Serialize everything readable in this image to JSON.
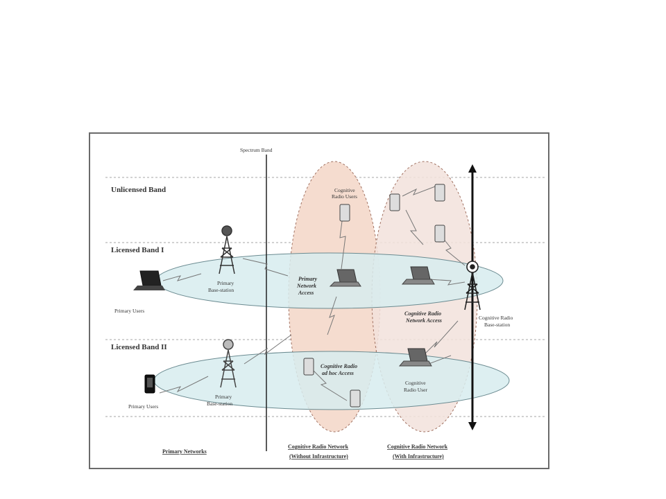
{
  "bands": {
    "unlicensed": "Unlicensed Band",
    "licensed_1": "Licensed Band I",
    "licensed_2": "Licensed Band II"
  },
  "spectrum_band": "Spectrum Band",
  "labels": {
    "cr_users_top": [
      "Cognitive",
      "Radio Users"
    ],
    "primary_bs_1": [
      "Primary",
      "Base-station"
    ],
    "primary_users_1": "Primary Users",
    "primary_network_access": [
      "Primary",
      "Network",
      "Access"
    ],
    "cr_network_access": [
      "Cognitive Radio",
      "Network Access"
    ],
    "cr_bs": [
      "Cognitive Radio",
      "Base-station"
    ],
    "cr_adhoc_access": [
      "Cognitive Radio",
      "ad hoc Access"
    ],
    "cr_user_lower": [
      "Cognitive",
      "Radio User"
    ],
    "primary_users_2": "Primary Users",
    "primary_bs_2": [
      "Primary",
      "Base-station"
    ]
  },
  "footer": {
    "primary_networks": "Primary Networks",
    "crn_without": [
      "Cognitive Radio Network",
      "(Without Infrastructure)"
    ],
    "crn_with": [
      "Cognitive Radio Network",
      "(With Infrastructure)"
    ]
  },
  "colors": {
    "band_ellipse": "#d7ecef",
    "crn_without_fill": "#f5dccf",
    "crn_with_fill": "#f2e2dc",
    "frame": "#6a6a6a"
  }
}
